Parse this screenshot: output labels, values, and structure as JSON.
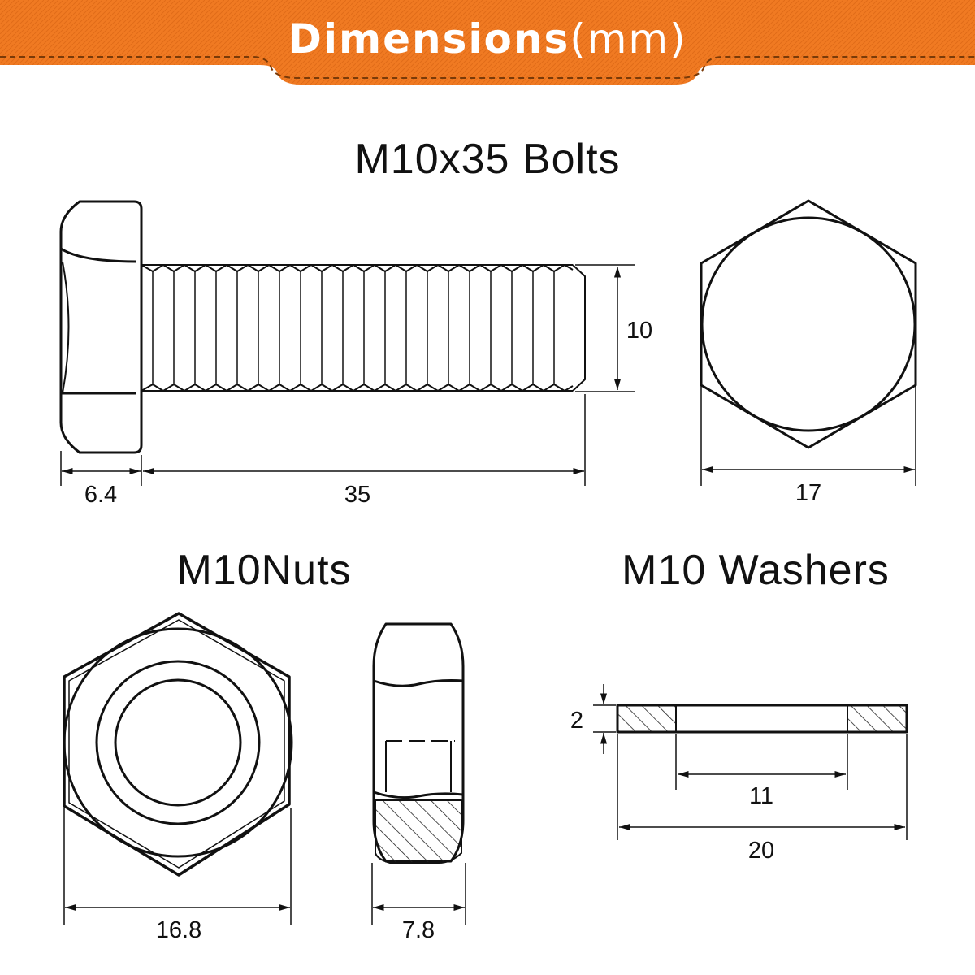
{
  "banner": {
    "title_bold": "Dimensions",
    "title_unit": "(mm)",
    "color": "#f07a22"
  },
  "bolt": {
    "heading": "M10x35 Bolts",
    "dims": {
      "head_height": "6.4",
      "length": "35",
      "diameter": "10",
      "across_flats": "17"
    }
  },
  "nut": {
    "heading": "M10Nuts",
    "dims": {
      "width": "16.8",
      "thickness": "7.8"
    }
  },
  "washer": {
    "heading": "M10 Washers",
    "dims": {
      "thickness": "2",
      "inner_diameter": "11",
      "outer_diameter": "20"
    }
  }
}
